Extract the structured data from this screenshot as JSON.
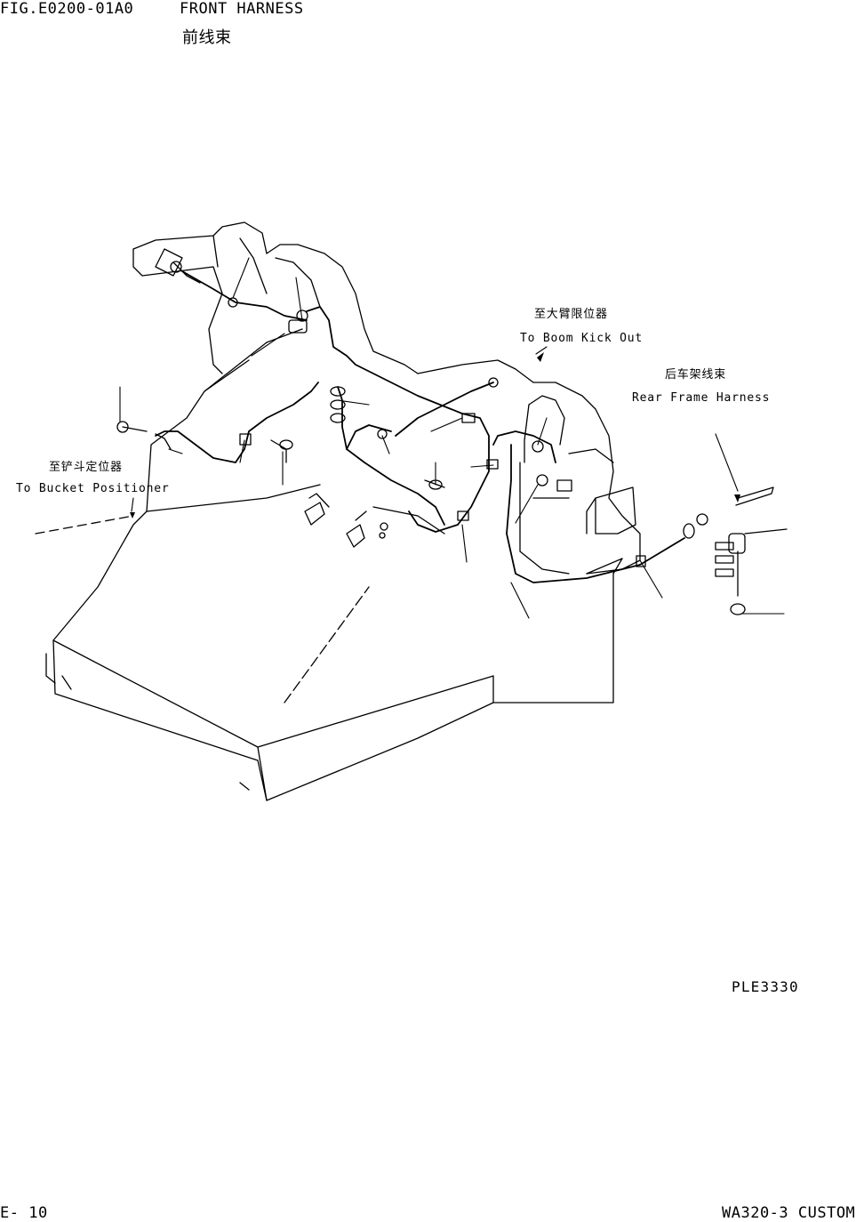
{
  "header": {
    "fig_number": "FIG.E0200-01A0",
    "title_en": "FRONT HARNESS",
    "title_cn": "前线束"
  },
  "callouts": {
    "boom_kick_out": {
      "cn": "至大臂限位器",
      "en": "To Boom Kick Out"
    },
    "rear_frame_harness": {
      "cn": "后车架线束",
      "en": "Rear Frame Harness"
    },
    "bucket_positioner": {
      "cn": "至铲斗定位器",
      "en": "To Bucket Positioner"
    }
  },
  "drawing_code": "PLE3330",
  "footer": {
    "page": "E- 10",
    "model": "WA320-3 CUSTOM"
  }
}
